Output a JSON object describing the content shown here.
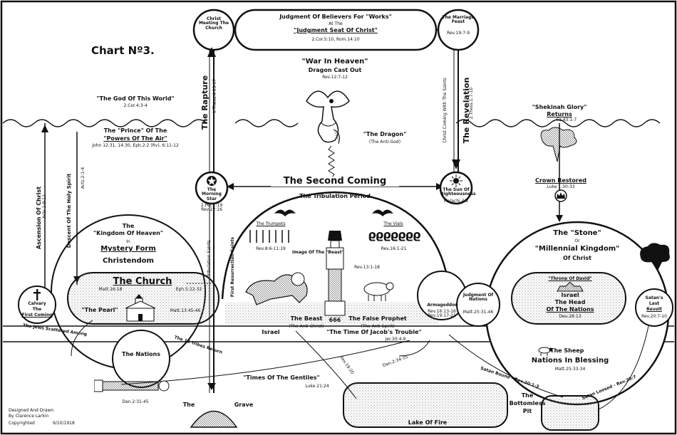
{
  "chart_title": "Chart Nº3.",
  "judgment_seat": {
    "line1": "Judgment Of Believers For \"Works\"",
    "line2": "At The",
    "line3": "\"Judgment Seat Of Christ\"",
    "ref": "2.Cor.5:10, Rom.14:10"
  },
  "christ_meeting": "Christ Meeting The Church",
  "marriage_feast": {
    "label": "The Marriage Feast",
    "ref": "Rev.19:7-9"
  },
  "war_in_heaven": {
    "title": "\"War In Heaven\"",
    "sub": "Dragon Cast Out",
    "ref": "Rev.12:7-12"
  },
  "dragon": {
    "label": "\"The Dragon\"",
    "sub": "(The Anti-God)"
  },
  "god_of_world": {
    "label": "\"The God Of This World\"",
    "ref": "2.Cor.4:3-4"
  },
  "prince": {
    "line1": "The \"Prince\" Of The",
    "line2": "\"Powers Of The Air\"",
    "ref": "John 12:31, 14:30, Eph.2:2 (Rv), 6:11-12"
  },
  "rapture": {
    "label": "The Rapture",
    "ref": "1.Thess.4:13-17"
  },
  "revelation": {
    "label": "The Revelation",
    "ref": "2.Thess.1:7-10",
    "saints": "Christ Coming With The Saints"
  },
  "ascension": {
    "label": "Ascension Of Christ",
    "ref": "Acts 1:9-11"
  },
  "descent": {
    "label": "Descent Of The Holy Spirit",
    "ref": "Acts 2:1-4"
  },
  "second_coming": "The Second Coming",
  "morning_star": {
    "label": "The Morning Star",
    "ref": "2.Pet.1:19 Rev.22:16"
  },
  "sun_of_righteousness": {
    "label": "The Sun Of Righteousness",
    "ref": "Malachi 4:2"
  },
  "tribulation": {
    "label": "The Tribulation Period"
  },
  "trumpets": {
    "label": "The Trumpets",
    "ref": "Rev.8:6-11:19"
  },
  "vials": {
    "label": "The Vials",
    "ref": "Rev.16:1-21"
  },
  "image_beast": {
    "label": "Image Of The \"Beast\"",
    "ref": "Rev.13:1-18",
    "number": "666"
  },
  "the_beast": {
    "label": "The Beast",
    "sub": "(The Anti-Christ)"
  },
  "false_prophet": {
    "label": "The False Prophet",
    "sub": "(The Anti-Spirit)"
  },
  "armageddon": {
    "label": "Armageddon",
    "ref": "Rev.16:13-16 Rev.19:17-21"
  },
  "judgment_nations": {
    "label": "Judgment Of Nations",
    "ref": "Matt.25:31-46"
  },
  "tribulation_saints": "Tribulation Saints",
  "first_resurrection": "First Resurrection Saints",
  "shekinah": {
    "line1": "\"Shekinah Glory\"",
    "line2": "Returns",
    "ref": "Ez.43:1-7"
  },
  "crown": {
    "label": "Crown Restored",
    "ref": "Luke 1:30-33"
  },
  "kingdom_heaven": {
    "line1": "The",
    "line2": "\"Kingdom Of Heaven\"",
    "line3": "In",
    "line4": "Mystery Form",
    "line5": "Christendom"
  },
  "church": {
    "label": "The Church",
    "ref1": "Matt.16:18",
    "ref2": "Eph.5:22-32",
    "pearl": "\"The Pearl\"",
    "pearl_ref": "Matt.13:45-46"
  },
  "calvary": {
    "line1": "Calvary",
    "line2": "The",
    "line3": "First Coming"
  },
  "jews_scattered": "The Jews Scattered Among",
  "nations": "The Nations",
  "twelve_tribes": "The 12 Tribes Return",
  "israel": "Israel",
  "time_jacob": {
    "label": "\"The Time Of Jacob's Trouble\"",
    "ref": "Jer.30:4-9"
  },
  "stone_kingdom": {
    "line1": "The \"Stone\"",
    "line2": "Or",
    "line3": "\"Millennial Kingdom\"",
    "line4": "Of Christ"
  },
  "throne_david": "\"Throne Of David\"",
  "israel_head": {
    "line1": "Israel",
    "line2": "The Head",
    "line3": "Of The Nations",
    "ref": "Deu.28:13"
  },
  "sheep": {
    "line1": "The Sheep",
    "line2": "Nations In Blessing",
    "ref": "Matt.25:33-34"
  },
  "satan_revolt": {
    "line1": "Satan's",
    "line2": "Last",
    "line3": "Revolt",
    "ref": "Rev.20:7-10"
  },
  "times_gentiles": {
    "label": "\"Times Of The Gentiles\"",
    "ref": "Luke 21:24"
  },
  "dan_1": "Dan.2:31-45",
  "dan_2": "Dan.2:34-35",
  "rev_1920": "Rev.19:20",
  "satan_bound": "Satan Bound - Rev.20:1-3",
  "satan_loosed": "Satan Loosed - Rev.20:7",
  "grave": {
    "left": "The",
    "right": "Grave"
  },
  "lake_fire": "Lake Of Fire",
  "bottomless": {
    "line1": "The",
    "line2": "Bottomless",
    "line3": "Pit"
  },
  "credit": {
    "line1": "Designed And Drawn",
    "line2": "By Clarence Larkin",
    "line3": "Copyrighted",
    "line4": "9/10/1918"
  },
  "icons": [
    "cross-icon",
    "church-icon",
    "star-icon",
    "sun-icon",
    "dragon-icon",
    "beast-icon",
    "image-icon",
    "eagle-icon",
    "sheep-icon",
    "cloud-icon",
    "crown-icon",
    "throne-icon",
    "volcano-icon",
    "statue-icon"
  ],
  "colors": {
    "ink": "#111111",
    "paper": "#ffffff",
    "stipple": "#8a8a8a"
  }
}
